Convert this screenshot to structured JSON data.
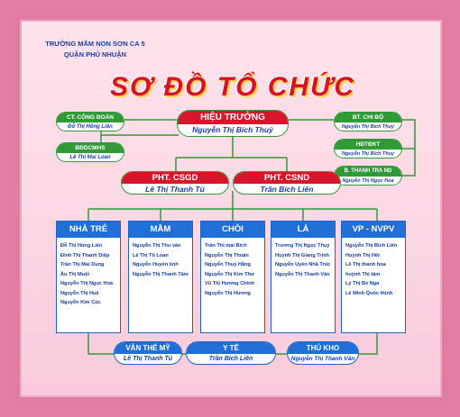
{
  "school": {
    "line1": "TRƯỜNG MẦM NON SƠN CA 5",
    "line2": "QUẬN PHÚ NHUẬN"
  },
  "title": "SƠ ĐỒ TỔ CHỨC",
  "principal": {
    "role": "HIỆU TRƯỞNG",
    "name": "Nguyễn Thị Bích Thuỷ"
  },
  "left_orgs": [
    {
      "role": "CT. CÔNG ĐOÀN",
      "name": "Đỗ Thị Hồng Liên"
    },
    {
      "role": "BĐDCMHS",
      "name": "Lê Thị Mai Loan"
    }
  ],
  "right_orgs": [
    {
      "role": "BT. CHI BỘ",
      "name": "Nguyễn Thị Bích Thuỷ"
    },
    {
      "role": "HĐTĐKT",
      "name": "Nguyễn Thị Bích Thuỷ"
    },
    {
      "role": "B. THANH TRA ND",
      "name": "Nguyễn Thị Ngọc Hoà"
    }
  ],
  "deputies": [
    {
      "role": "PHT. CSGD",
      "name": "Lê Thị Thanh Tú"
    },
    {
      "role": "PHT. CSND",
      "name": "Trần Bích Liên"
    }
  ],
  "groups": [
    {
      "head": "NHÀ TRẺ",
      "members": [
        "Đỗ Thị Hồng Liên",
        "Đinh Thị Thanh Diệp",
        "Trần Thị Mai Dung",
        "Âu Thị Muội",
        "Nguyễn Thị Ngọc Hoà",
        "Nguyễn Thị Huệ",
        "Nguyễn Kim Cúc"
      ]
    },
    {
      "head": "MẦM",
      "members": [
        "Nguyễn Thị Thu vân",
        "Lê Thị Tố Loan",
        "Nguyễn Huyền linh",
        "Nguyễn Thị Thanh Tâm"
      ]
    },
    {
      "head": "CHỒI",
      "members": [
        "Trần Thị mai Bích",
        "Nguyễn Thị Thuận",
        "Nguyễn Thuý Hằng",
        "Nguyễn Thị Kim Thư",
        "Vũ Thị Hương Chinh",
        "Nguyễn Thị Hương"
      ]
    },
    {
      "head": "LÁ",
      "members": [
        "Trương Thị Ngọc Thuỷ",
        "Huỳnh Thị Giang Trinh",
        "Nguyễn Uyên Nhã Trúc",
        "Nguyễn Thị Thanh Vân"
      ]
    },
    {
      "head": "VP - NVPV",
      "members": [
        "Nguyễn Thị Bích Liên",
        "Huỳnh Thị Hết",
        "Lê Thị thanh hoa",
        "huỳnh Thị tâm",
        "Lý Thị Bé Nga",
        "Lê Minh Quốc thịnh"
      ]
    }
  ],
  "bottom": [
    {
      "role": "VĂN THỂ MỸ",
      "name": "Lê Thị Thanh Tú"
    },
    {
      "role": "Y TẾ",
      "name": "Trần Bích Liên"
    },
    {
      "role": "THỦ KHO",
      "name": "Nguyễn Thị Thanh Vân"
    }
  ]
}
